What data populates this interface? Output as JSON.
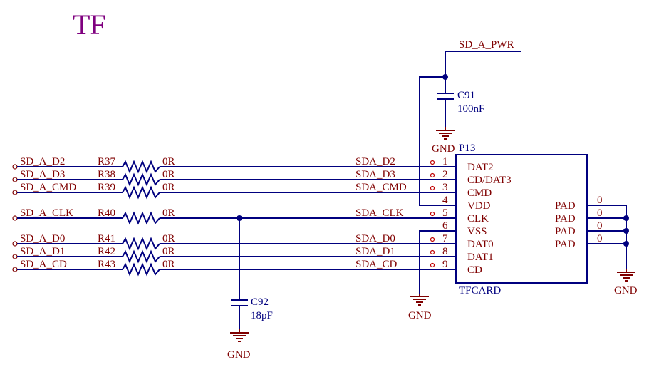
{
  "title": "TF",
  "nets": {
    "power": "SD_A_PWR",
    "rows": [
      {
        "left": "SD_A_D2",
        "res": "R37",
        "value": "0R",
        "right": "SDA_D2",
        "pin": "1",
        "pin_name": "DAT2"
      },
      {
        "left": "SD_A_D3",
        "res": "R38",
        "value": "0R",
        "right": "SDA_D3",
        "pin": "2",
        "pin_name": "CD/DAT3"
      },
      {
        "left": "SD_A_CMD",
        "res": "R39",
        "value": "0R",
        "right": "SDA_CMD",
        "pin": "3",
        "pin_name": "CMD"
      },
      {
        "left": "SD_A_CLK",
        "res": "R40",
        "value": "0R",
        "right": "SDA_CLK",
        "pin": "5",
        "pin_name": "CLK"
      },
      {
        "left": "SD_A_D0",
        "res": "R41",
        "value": "0R",
        "right": "SDA_D0",
        "pin": "7",
        "pin_name": "DAT0"
      },
      {
        "left": "SD_A_D1",
        "res": "R42",
        "value": "0R",
        "right": "SDA_D1",
        "pin": "8",
        "pin_name": "DAT1"
      },
      {
        "left": "SD_A_CD",
        "res": "R43",
        "value": "0R",
        "right": "SDA_CD",
        "pin": "9",
        "pin_name": "CD"
      }
    ]
  },
  "connector": {
    "designator": "P13",
    "part": "TFCARD",
    "power_pins": [
      {
        "pin": "4",
        "name": "VDD"
      },
      {
        "pin": "6",
        "name": "VSS"
      }
    ],
    "pads": [
      {
        "name": "PAD",
        "number": "0"
      },
      {
        "name": "PAD",
        "number": "0"
      },
      {
        "name": "PAD",
        "number": "0"
      },
      {
        "name": "PAD",
        "number": "0"
      }
    ]
  },
  "capacitors": [
    {
      "ref": "C91",
      "value": "100nF"
    },
    {
      "ref": "C92",
      "value": "18pF"
    }
  ],
  "ground_labels": {
    "c91": "GND",
    "vss": "GND",
    "pads": "GND",
    "c92": "GND"
  },
  "colors": {
    "wire": "#00007f",
    "net_label": "#7f0000",
    "title": "#7f007f"
  }
}
